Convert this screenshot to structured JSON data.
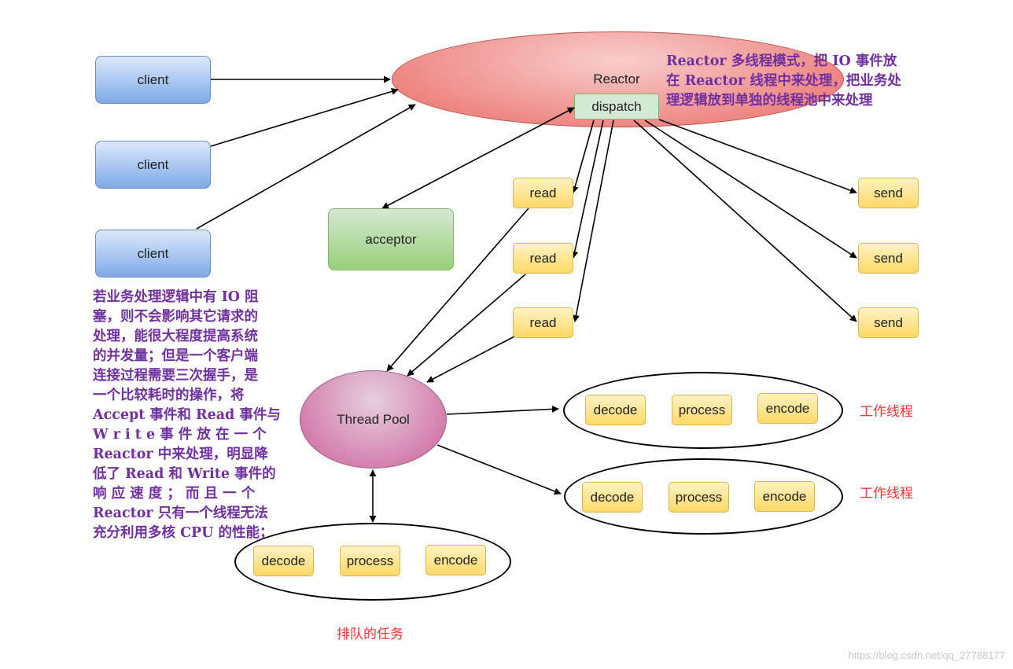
{
  "clients": [
    "client",
    "client",
    "client"
  ],
  "reactor": {
    "label": "Reactor",
    "dispatch": "dispatch"
  },
  "acceptor": "acceptor",
  "reads": [
    "read",
    "read",
    "read"
  ],
  "sends": [
    "send",
    "send",
    "send"
  ],
  "thread_pool": "Thread Pool",
  "worker_groups": [
    {
      "decode": "decode",
      "process": "process",
      "encode": "encode"
    },
    {
      "decode": "decode",
      "process": "process",
      "encode": "encode"
    },
    {
      "decode": "decode",
      "process": "process",
      "encode": "encode"
    }
  ],
  "labels": {
    "worker_thread_1": "工作线程",
    "worker_thread_2": "工作线程",
    "queued_tasks": "排队的任务"
  },
  "notes": {
    "top_right": [
      "Reactor 多线程模式，把 IO 事件放",
      "在 Reactor 线程中来处理，把业务处",
      "理逻辑放到单独的线程池中来处理"
    ],
    "left": [
      "若业务处理逻辑中有 IO 阻",
      "塞，则不会影响其它请求的",
      "处理，能很大程度提高系统",
      "的并发量；但是一个客户端",
      "连接过程需要三次握手，是",
      "一个比较耗时的操作，将",
      "Accept 事件和 Read 事件与",
      "W r i t e  事 件 放 在 一 个",
      "Reactor 中来处理，明显降",
      "低了 Read 和 Write 事件的",
      "响 应 速 度 ； 而 且 一 个",
      "Reactor 只有一个线程无法",
      "充分利用多核 CPU 的性能；"
    ]
  },
  "watermark": "https://blog.csdn.net/qq_27788177"
}
